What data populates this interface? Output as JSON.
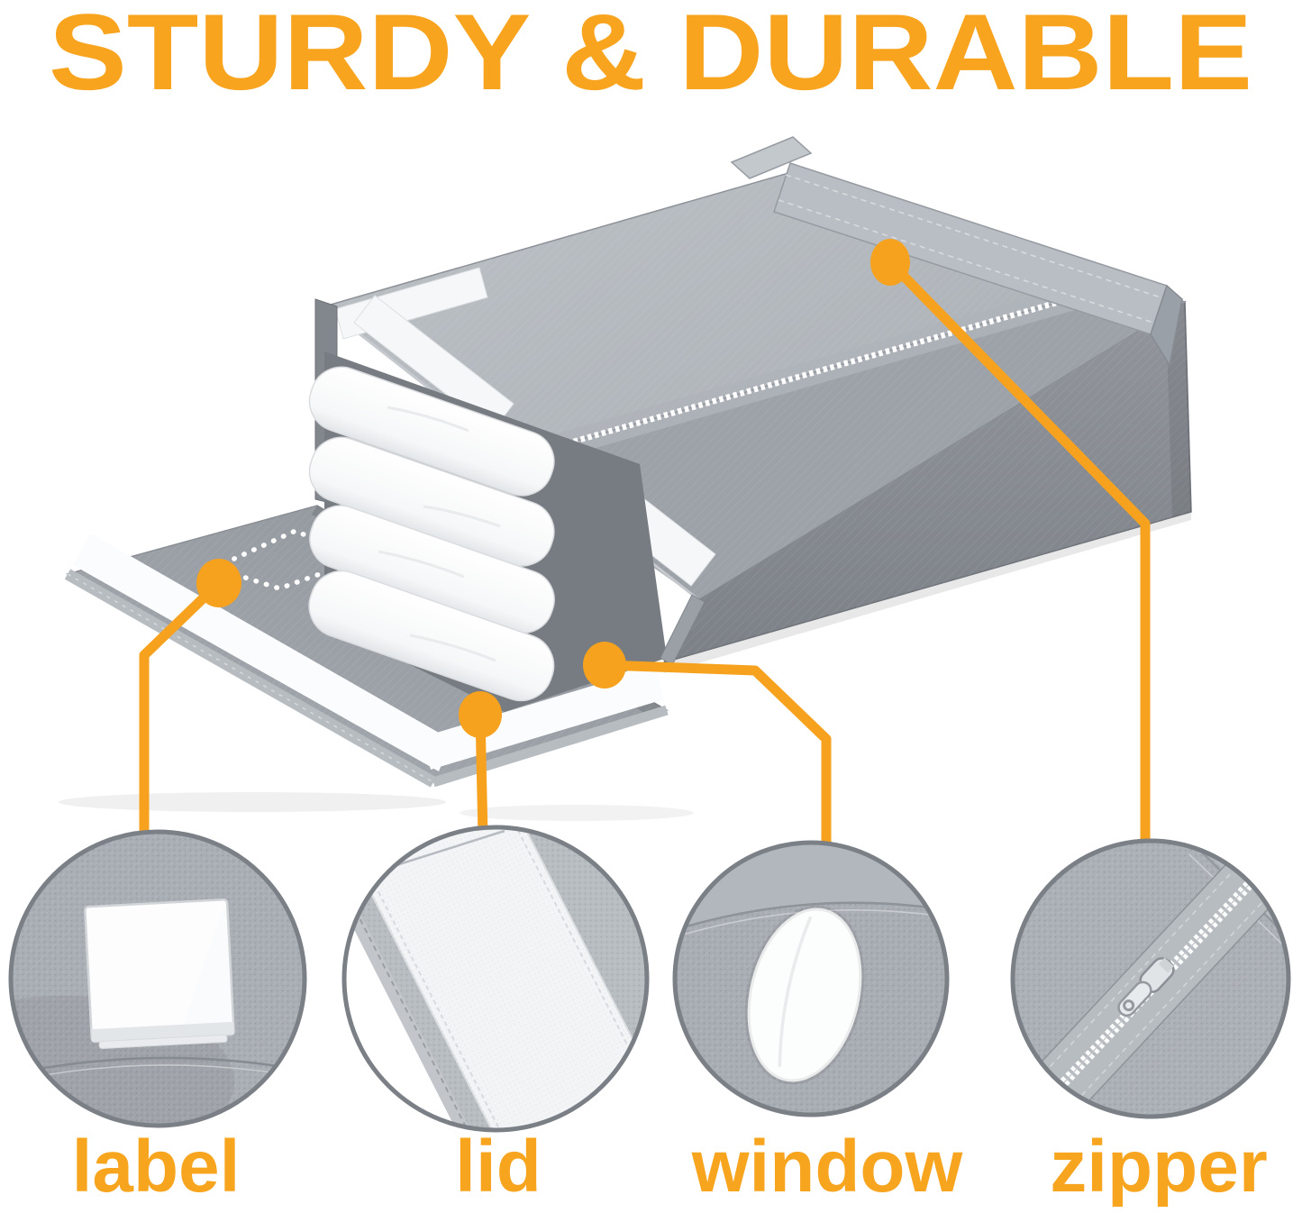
{
  "title": "STURDY & DURABLE",
  "product": {
    "description": "gray fabric storage organizer bag with zipper lid, folded white bedding inside",
    "features_shown": [
      "label",
      "lid",
      "window",
      "zipper"
    ]
  },
  "colors": {
    "accent_orange": "#F7A41E",
    "box_gray_light": "#B2B7BD",
    "box_gray_mid": "#9CA2A8",
    "box_gray_dark": "#868B91",
    "blanket_white": "#FFFFFF",
    "circle_ring_gray": "#7B8086"
  },
  "callouts": [
    {
      "id": "label",
      "label": "label"
    },
    {
      "id": "lid",
      "label": "lid"
    },
    {
      "id": "window",
      "label": "window"
    },
    {
      "id": "zipper",
      "label": "zipper"
    }
  ]
}
